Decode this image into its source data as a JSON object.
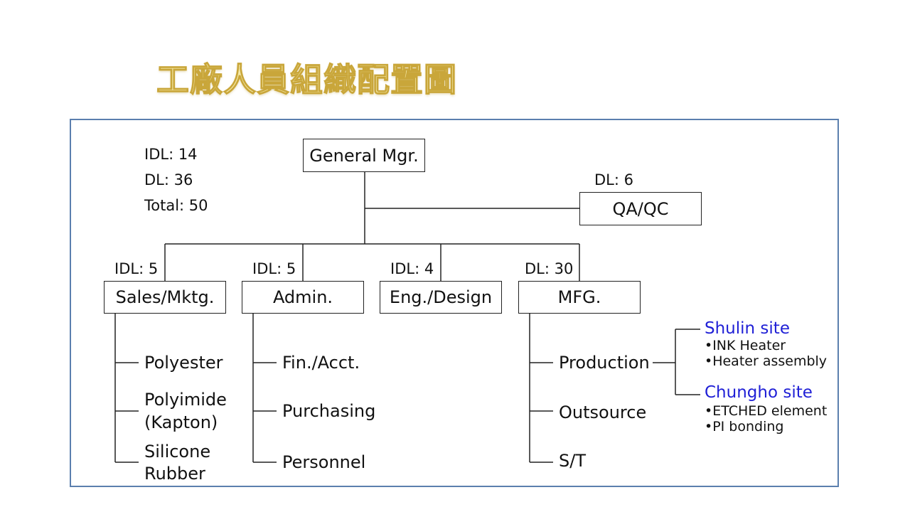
{
  "title": "工廠人員組織配置圖",
  "summary": {
    "idl": "IDL: 14",
    "dl": "DL: 36",
    "total": "Total: 50"
  },
  "gm": {
    "label": "General  Mgr."
  },
  "qa": {
    "label": "QA/QC",
    "count": "DL: 6"
  },
  "departments": [
    {
      "label": "Sales/Mktg.",
      "count": "IDL: 5",
      "items": [
        "Polyester",
        "Polyimide",
        "(Kapton)",
        "Silicone",
        "Rubber"
      ]
    },
    {
      "label": "Admin.",
      "count": "IDL: 5",
      "items": [
        "Fin./Acct.",
        "Purchasing",
        "Personnel"
      ]
    },
    {
      "label": "Eng./Design",
      "count": "IDL: 4"
    },
    {
      "label": "MFG.",
      "count": "DL: 30",
      "items": [
        "Production",
        "Outsource",
        "S/T"
      ]
    }
  ],
  "sites": [
    {
      "name": "Shulin site",
      "bullets": [
        "•INK Heater",
        "•Heater assembly"
      ]
    },
    {
      "name": "Chungho site",
      "bullets": [
        "•ETCHED element",
        "•PI bonding"
      ]
    }
  ],
  "colors": {
    "frame": "#5b7fae",
    "site": "#1f1fd6",
    "title_fill": "#f4e9a6",
    "title_stroke": "#c9a63a"
  }
}
